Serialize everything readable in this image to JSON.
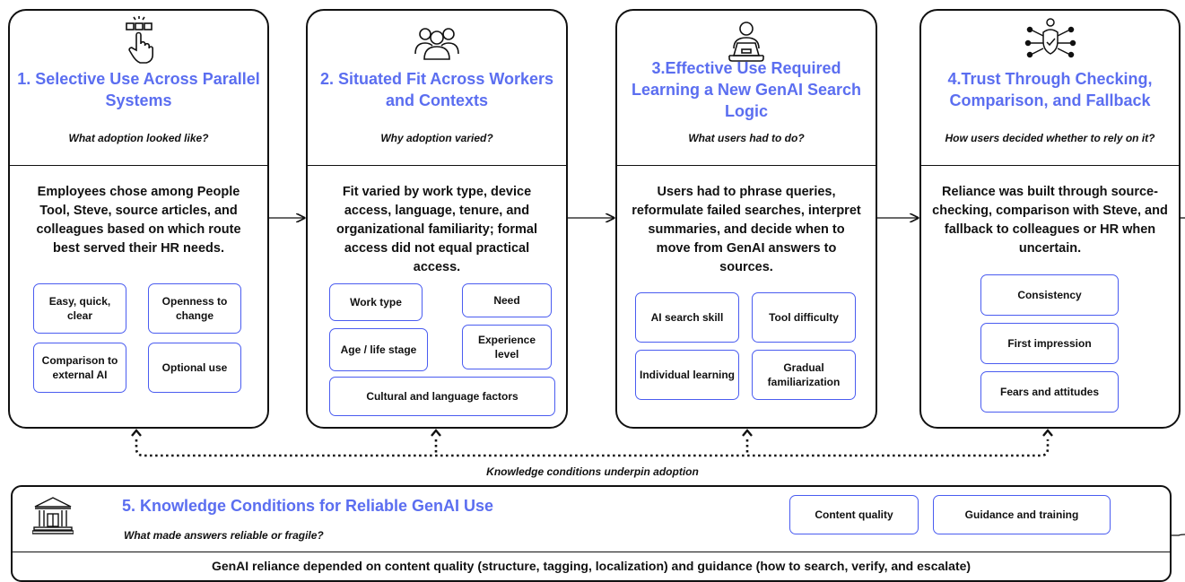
{
  "cards": [
    {
      "title": "1. Selective Use Across Parallel Systems",
      "subtitle": "What adoption looked like?",
      "body": "Employees chose among People Tool, Steve, source articles, and colleagues based on which route best served their HR needs.",
      "icon": "hand-pointer-icon",
      "tags": [
        "Easy, quick, clear",
        "Openness to change",
        "Comparison to external AI",
        "Optional use"
      ]
    },
    {
      "title": "2. Situated Fit Across Workers and Contexts",
      "subtitle": "Why adoption varied?",
      "body": "Fit varied by work type, device access, language, tenure, and organizational familiarity; formal access did not equal practical access.",
      "icon": "people-group-icon",
      "tags": [
        "Work type",
        "Need",
        "Age / life stage",
        "Experience level",
        "Cultural and language factors"
      ]
    },
    {
      "title": "3.Effective Use Required Learning a New GenAI Search Logic",
      "subtitle": "What users had to do?",
      "body": "Users had to phrase queries, reformulate failed searches, interpret summaries, and decide when to move from GenAI answers to sources.",
      "icon": "person-laptop-icon",
      "tags": [
        "AI search skill",
        "Tool difficulty",
        "Individual learning",
        "Gradual familiarization"
      ]
    },
    {
      "title": "4.Trust Through Checking, Comparison, and Fallback",
      "subtitle": "How users decided whether to rely on it?",
      "body": "Reliance was built through source-checking, comparison with Steve, and fallback to colleagues or HR when uncertain.",
      "icon": "shield-network-icon",
      "tags": [
        "Consistency",
        "First impression",
        "Fears and attitudes"
      ]
    }
  ],
  "connector_label": "Knowledge conditions underpin adoption",
  "bottom": {
    "title": "5. Knowledge Conditions for Reliable GenAI Use",
    "subtitle": "What made answers reliable or fragile?",
    "body": "GenAI reliance depended on content quality (structure, tagging, localization) and guidance (how to search, verify, and escalate)",
    "icon": "institution-building-icon",
    "tags": [
      "Content quality",
      "Guidance and training"
    ]
  },
  "colors": {
    "title": "#5b6ef0",
    "tag_border": "#4a5cf0",
    "stroke": "#111111"
  }
}
